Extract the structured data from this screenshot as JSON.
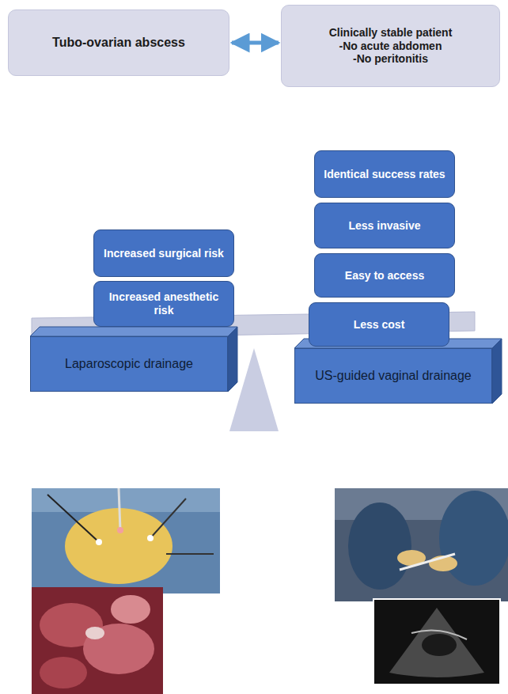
{
  "diagram": {
    "nodes": [
      {
        "text": [
          "Tubo-ovarian abscess"
        ]
      },
      {
        "text": [
          "Clinically stable patient",
          "-No acute abdomen",
          "-No peritonitis"
        ]
      },
      {
        "text": [
          "Identical success rates"
        ]
      },
      {
        "text": [
          "Increased surgical risk"
        ]
      },
      {
        "text": [
          "Less invasive"
        ]
      },
      {
        "text": [
          "Increased anesthetic risk"
        ]
      },
      {
        "text": [
          "Easy to access"
        ]
      },
      {
        "text": [
          "Less cost"
        ]
      },
      {
        "text": [
          "Laparoscopic drainage"
        ]
      },
      {
        "text": [
          "US-guided vaginal drainage"
        ]
      }
    ],
    "edges": [
      {
        "from": 0,
        "to": 1,
        "arrow": "both"
      }
    ]
  }
}
